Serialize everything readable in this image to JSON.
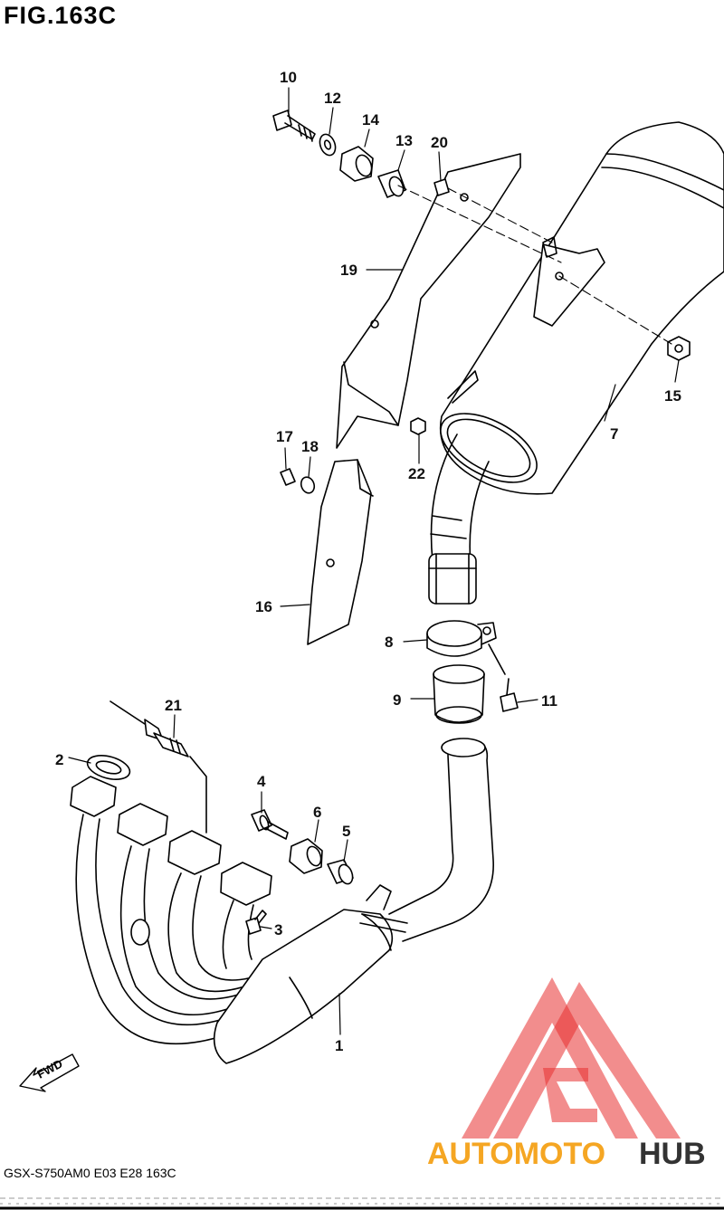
{
  "figure": {
    "title": "FIG.163C",
    "footer": "GSX-S750AM0  E03  E28  163C"
  },
  "callouts": {
    "c1": "1",
    "c2": "2",
    "c3": "3",
    "c4": "4",
    "c5": "5",
    "c6": "6",
    "c7": "7",
    "c8": "8",
    "c9": "9",
    "c10": "10",
    "c11": "11",
    "c12": "12",
    "c13": "13",
    "c14": "14",
    "c15": "15",
    "c16": "16",
    "c17": "17",
    "c18": "18",
    "c19": "19",
    "c20": "20",
    "c21": "21",
    "c22": "22"
  },
  "direction_label": "FWD",
  "watermark": {
    "part1": "AUTOMOTO",
    "part2": "HUB",
    "color1": "#f5a623",
    "color2": "#333333",
    "logo_color": "#e8302f"
  }
}
